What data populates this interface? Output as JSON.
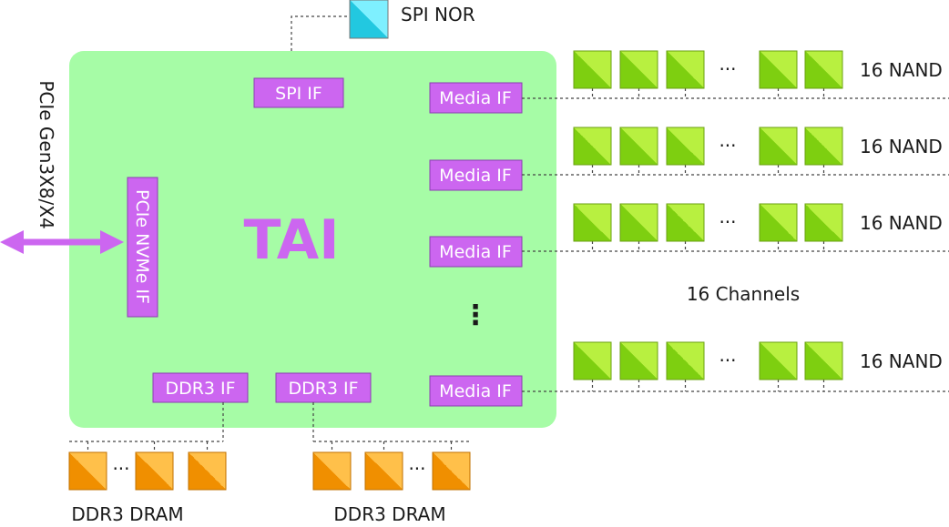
{
  "chip": {
    "title": "TAI"
  },
  "interfaces": {
    "spi": "SPI IF",
    "pcie": "PCIe NVMe IF",
    "ddr_left": "DDR3 IF",
    "ddr_right": "DDR3 IF",
    "media": [
      "Media IF",
      "Media IF",
      "Media IF",
      "Media IF"
    ]
  },
  "external": {
    "spi_nor": "SPI NOR",
    "pcie_link": "PCIe Gen3X8/X4",
    "nand_rows": [
      "16 NAND",
      "16 NAND",
      "16 NAND",
      "16 NAND"
    ],
    "channels": "16 Channels",
    "dram_left": "DDR3 DRAM",
    "dram_right": "DDR3 DRAM",
    "ellipsis_h": "···",
    "ellipsis_v": "⋮"
  },
  "colors": {
    "chip_fill": "#a6fca6",
    "interface_fill": "#cc66f0",
    "nand_fill": "#99e619",
    "dram_fill": "#fca319",
    "spi_nor_fill": "#33ddee",
    "arrow": "#cc66f0"
  }
}
